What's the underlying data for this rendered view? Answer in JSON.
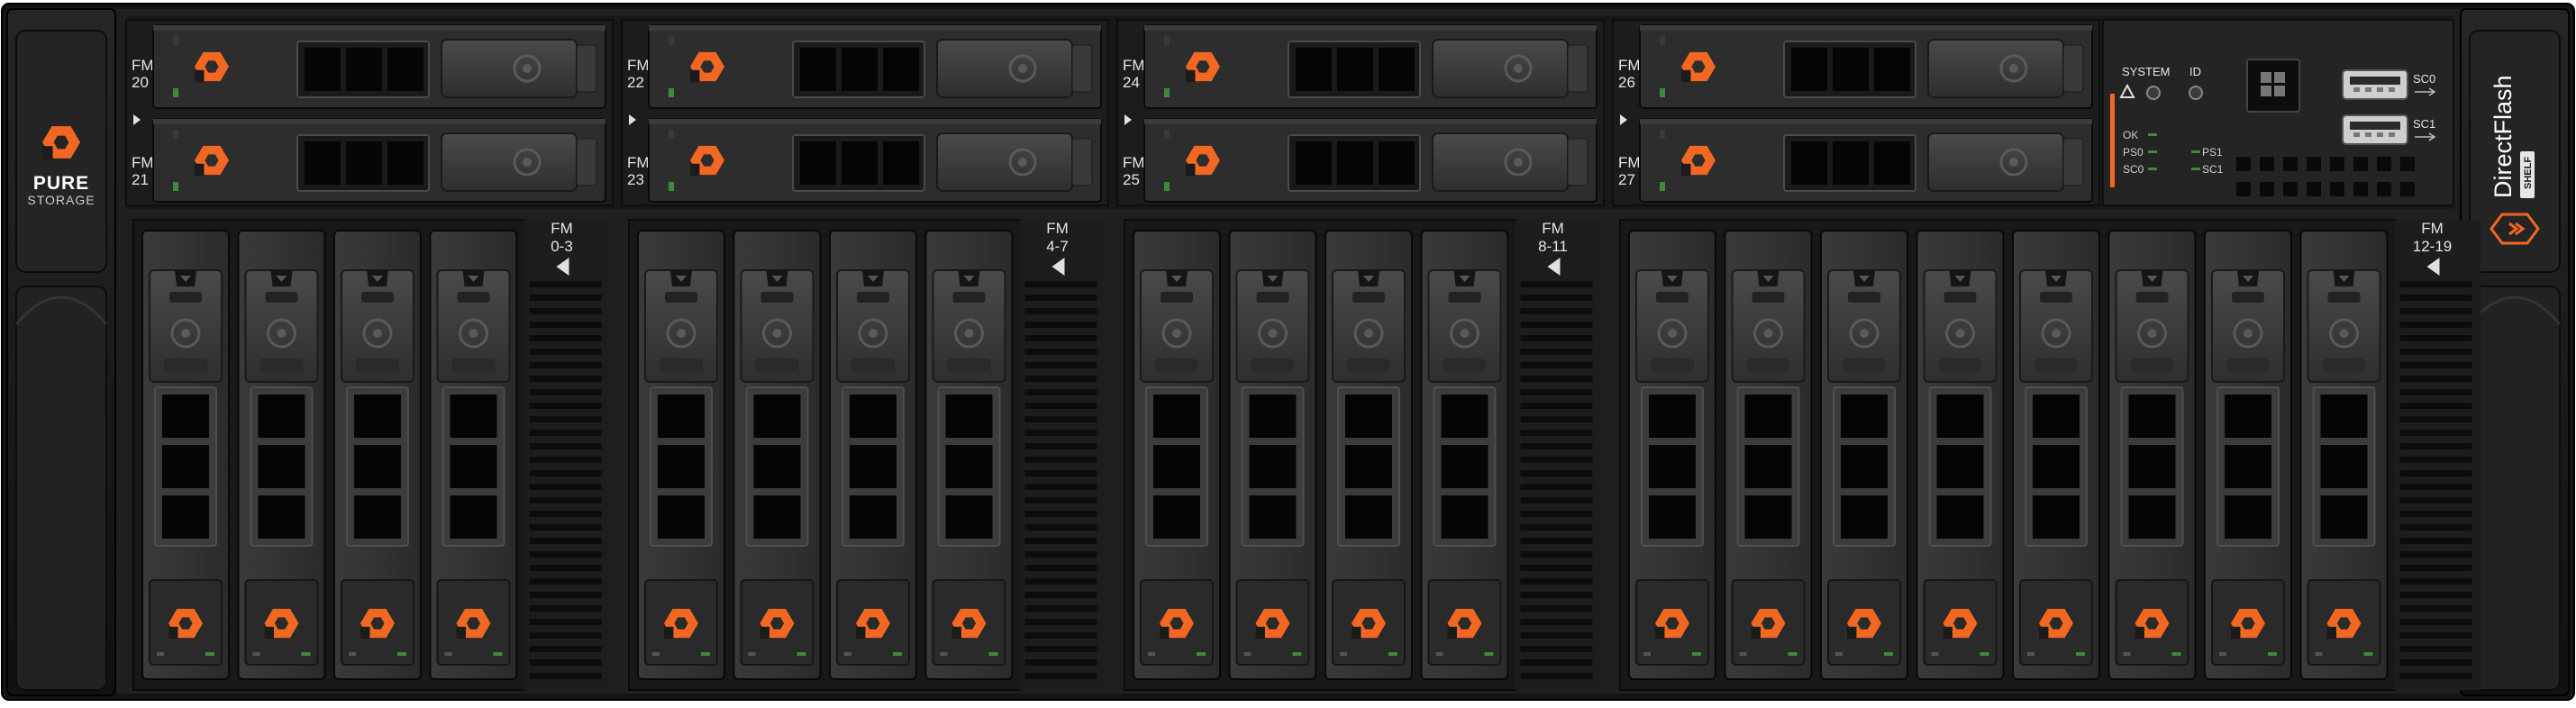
{
  "branding": {
    "logo_word": "PURE",
    "logo_sub": "STORAGE",
    "product_name": "DirectFlash",
    "product_badge": "SHELF"
  },
  "colors": {
    "chassis": "#1b1b1b",
    "panel": "#2b2b2b",
    "accent_orange": "#f26722",
    "led_green": "#3f8a3a"
  },
  "top_modules": [
    {
      "upper": {
        "label": "FM",
        "num": "20"
      },
      "lower": {
        "label": "FM",
        "num": "21"
      }
    },
    {
      "upper": {
        "label": "FM",
        "num": "22"
      },
      "lower": {
        "label": "FM",
        "num": "23"
      }
    },
    {
      "upper": {
        "label": "FM",
        "num": "24"
      },
      "lower": {
        "label": "FM",
        "num": "25"
      }
    },
    {
      "upper": {
        "label": "FM",
        "num": "26"
      },
      "lower": {
        "label": "FM",
        "num": "27"
      }
    }
  ],
  "bay_groups": [
    {
      "label": "FM",
      "range": "0-3",
      "count": 4
    },
    {
      "label": "FM",
      "range": "4-7",
      "count": 4
    },
    {
      "label": "FM",
      "range": "8-11",
      "count": 4
    },
    {
      "label": "FM",
      "range": "12-19",
      "count": 8
    }
  ],
  "status_panel": {
    "system": "SYSTEM",
    "id": "ID",
    "ok": "OK",
    "ps0": "PS0",
    "sc0": "SC0",
    "ps1": "PS1",
    "sc1": "SC1",
    "usb0": "SC0",
    "usb1": "SC1"
  }
}
